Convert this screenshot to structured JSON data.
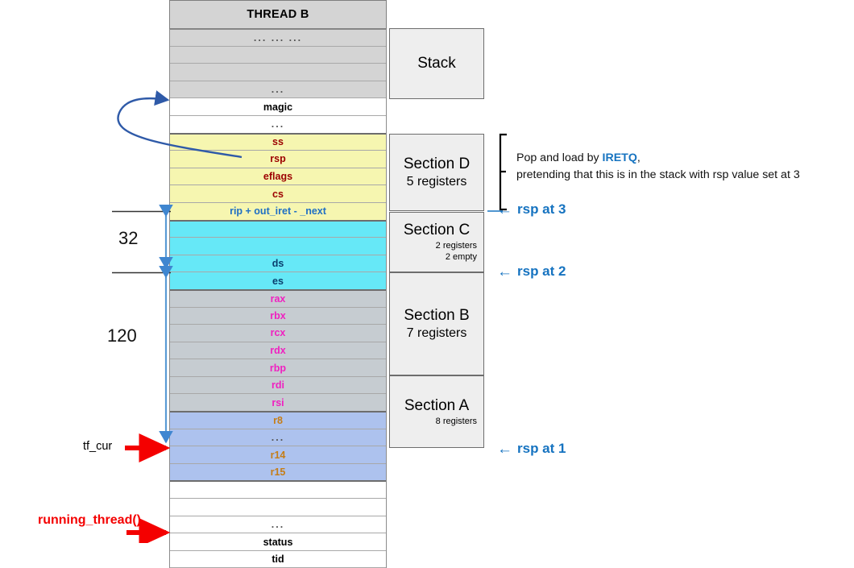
{
  "title": "THREAD B",
  "colors": {
    "header_bg": "#d4d4d4",
    "yellow": "#f6f6b0",
    "cyan": "#66e8f7",
    "section_b_grey": "#c6ccd1",
    "section_a_blue": "#adc2ee",
    "accent_blue": "#1673c0",
    "red_arrow": "#f40000",
    "dim_arrow_blue": "#5b9bd5",
    "curve_blue": "#2f5aa8",
    "text_dark_red": "#9c0000",
    "text_magenta": "#f020c0",
    "text_orange": "#c57d17",
    "text_navy": "#0a3f6e"
  },
  "stack_rows": [
    {
      "label": "... ... ...",
      "style": "grey"
    },
    {
      "label": "",
      "style": "grey"
    },
    {
      "label": "",
      "style": "grey"
    },
    {
      "label": "...",
      "style": "grey"
    },
    {
      "label": "magic",
      "style": "white"
    },
    {
      "label": "...",
      "style": "white"
    },
    {
      "label": "ss",
      "style": "yellow"
    },
    {
      "label": "rsp",
      "style": "yellow"
    },
    {
      "label": "eflags",
      "style": "yellow"
    },
    {
      "label": "cs",
      "style": "yellow"
    },
    {
      "label": "rip + out_iret - _next",
      "style": "yellow-blue"
    },
    {
      "label": "",
      "style": "cyan"
    },
    {
      "label": "",
      "style": "cyan"
    },
    {
      "label": "ds",
      "style": "cyan"
    },
    {
      "label": "es",
      "style": "cyan"
    },
    {
      "label": "rax",
      "style": "bgrey"
    },
    {
      "label": "rbx",
      "style": "bgrey"
    },
    {
      "label": "rcx",
      "style": "bgrey"
    },
    {
      "label": "rdx",
      "style": "bgrey"
    },
    {
      "label": "rbp",
      "style": "bgrey"
    },
    {
      "label": "rdi",
      "style": "bgrey"
    },
    {
      "label": "rsi",
      "style": "bgrey"
    },
    {
      "label": "r8",
      "style": "blue"
    },
    {
      "label": "...",
      "style": "blue"
    },
    {
      "label": "r14",
      "style": "blue"
    },
    {
      "label": "r15",
      "style": "blue"
    },
    {
      "label": "",
      "style": "white"
    },
    {
      "label": "",
      "style": "white"
    },
    {
      "label": "...",
      "style": "white"
    },
    {
      "label": "status",
      "style": "white"
    },
    {
      "label": "tid",
      "style": "white"
    }
  ],
  "side_boxes": {
    "stack": {
      "title": "Stack",
      "sub": "",
      "sub2": ""
    },
    "section_d": {
      "title": "Section D",
      "sub": "5 registers",
      "sub2": ""
    },
    "section_c": {
      "title": "Section C",
      "sub": "2 registers",
      "sub2": "2 empty"
    },
    "section_b": {
      "title": "Section B",
      "sub": "7 registers",
      "sub2": ""
    },
    "section_a": {
      "title": "Section A",
      "sub": "8 registers",
      "sub2": ""
    }
  },
  "rsp_markers": [
    {
      "arrow": "←",
      "label": "rsp  at 3"
    },
    {
      "arrow": "←",
      "label": "rsp  at 2"
    },
    {
      "arrow": "←",
      "label": "rsp  at 1"
    }
  ],
  "note": {
    "line1_pre": "Pop and load by ",
    "line1_strong": "IRETQ",
    "line1_post": ",",
    "line2": "pretending that this is in the stack with rsp value set  at 3"
  },
  "dimensions": {
    "upper": "32",
    "lower": "120"
  },
  "left_labels": {
    "tf_cur": "tf_cur",
    "running_thread": "running_thread()"
  }
}
